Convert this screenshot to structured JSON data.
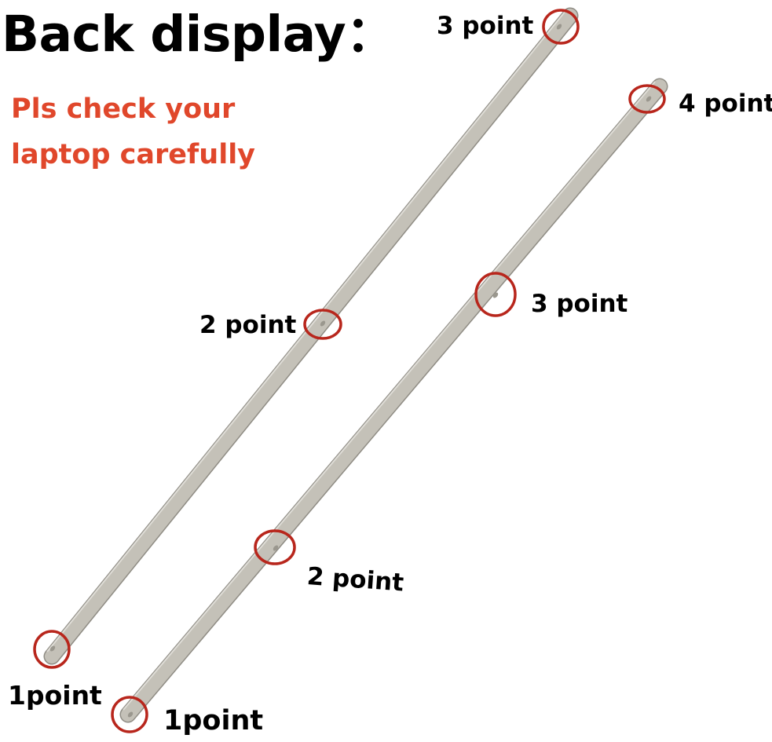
{
  "heading": "Back display：",
  "note": {
    "line1": "Pls check your",
    "line2": "laptop carefully",
    "color": "#e0472b"
  },
  "marker_color": "#b8261c",
  "bar_color": "#c9c6bd",
  "labels": {
    "left_bar": {
      "point1": "1point",
      "point2": "2 point",
      "point3": "3 point"
    },
    "right_bar": {
      "point1": "1point",
      "point2": "2 point",
      "point3": "3 point",
      "point4": "4 point"
    }
  }
}
